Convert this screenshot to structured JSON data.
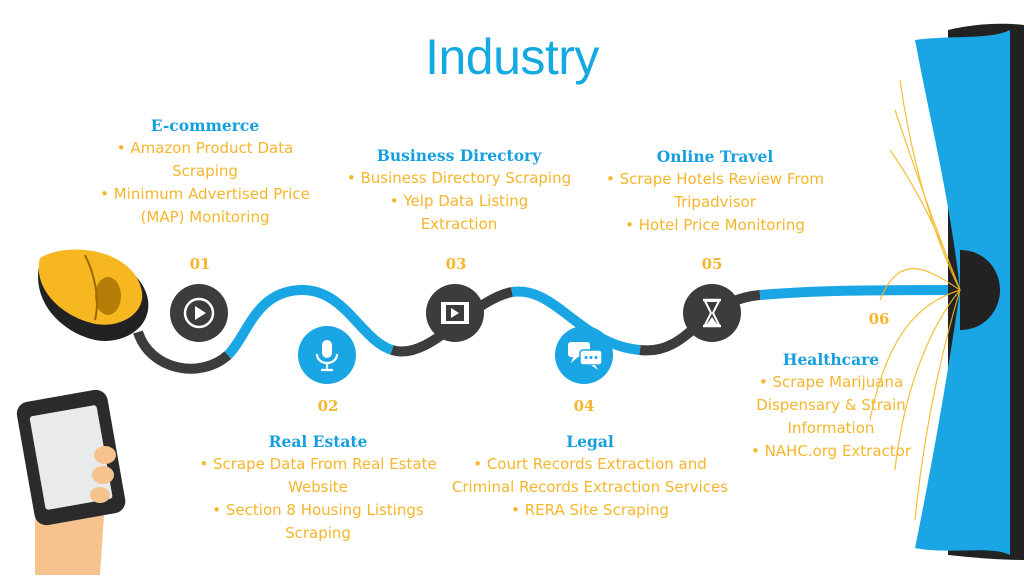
{
  "title": "Industry",
  "nodes": [
    {
      "number": "01",
      "heading": "E-commerce",
      "items": [
        "Amazon Product Data Scraping",
        "Minimum Advertised Price (MAP) Monitoring"
      ],
      "icon": "play-icon"
    },
    {
      "number": "02",
      "heading": "Real Estate",
      "items": [
        "Scrape Data From Real Estate Website",
        "Section 8 Housing Listings Scraping"
      ],
      "icon": "microphone-icon"
    },
    {
      "number": "03",
      "heading": "Business Directory",
      "items": [
        "Business Directory Scraping",
        "Yelp Data Listing Extraction"
      ],
      "icon": "film-icon"
    },
    {
      "number": "04",
      "heading": "Legal",
      "items": [
        "Court Records Extraction and Criminal Records Extraction Services",
        "RERA Site Scraping"
      ],
      "icon": "chat-icon"
    },
    {
      "number": "05",
      "heading": "Online Travel",
      "items": [
        "Scrape Hotels Review From Tripadvisor",
        "Hotel Price Monitoring"
      ],
      "icon": "hourglass-icon"
    },
    {
      "number": "06",
      "heading": "Healthcare",
      "items": [
        "Scrape Marijuana Dispensary & Strain Information",
        "NAHC.org Extractor"
      ],
      "icon": ""
    }
  ],
  "colors": {
    "accent": "#15a9e2",
    "highlight": "#f5b62b",
    "dark": "#3c3c3c"
  }
}
